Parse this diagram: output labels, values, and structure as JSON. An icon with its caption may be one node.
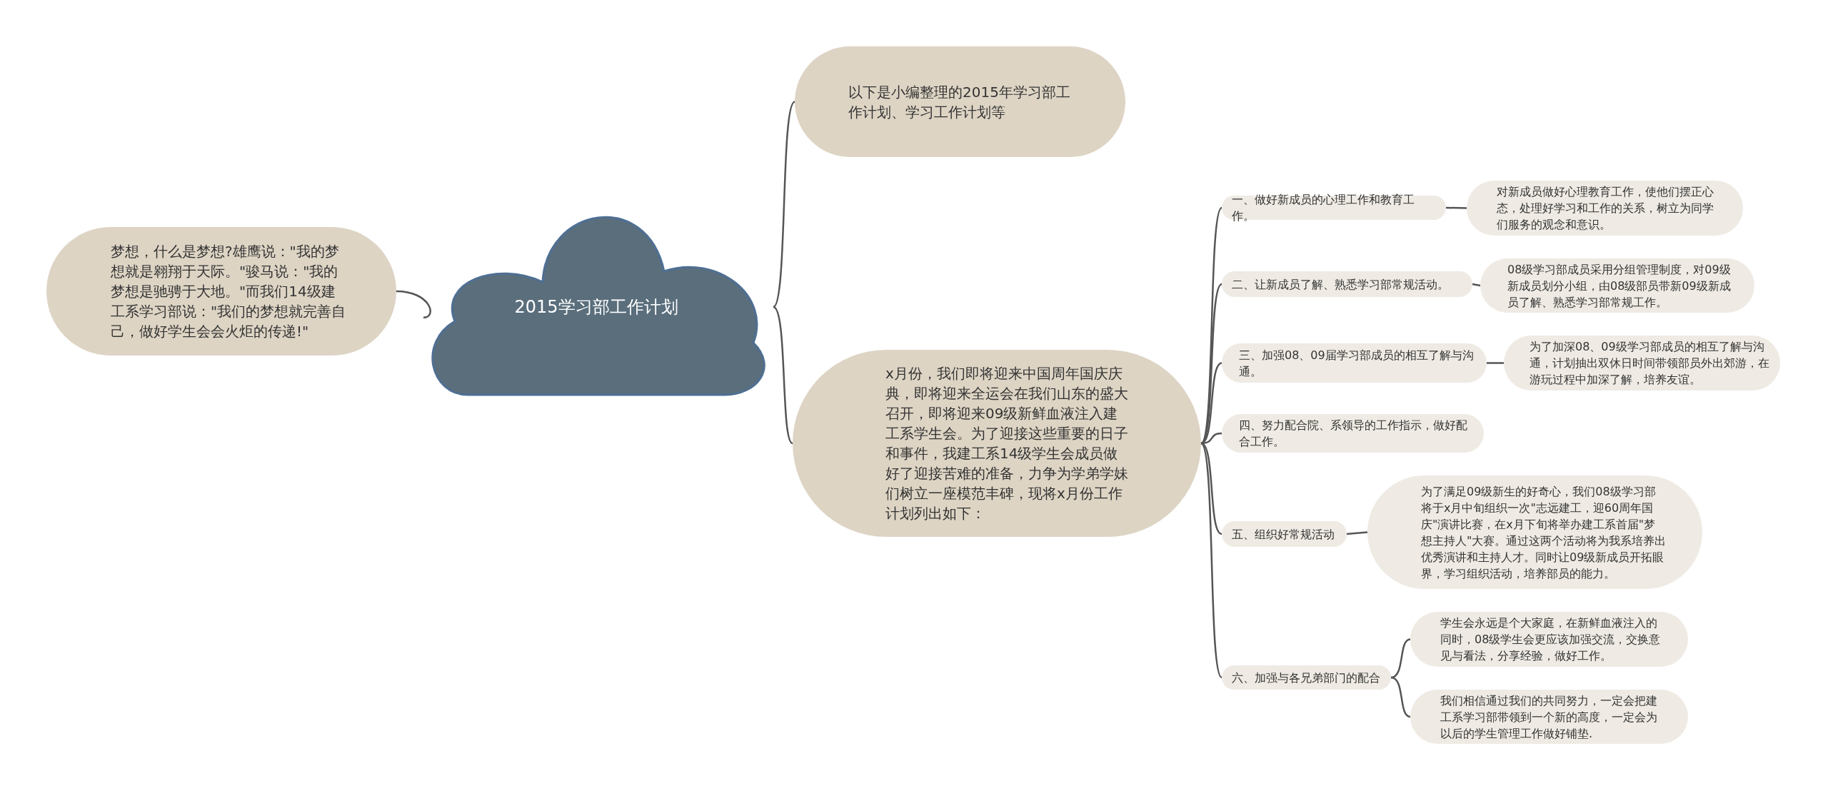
{
  "diagram": {
    "nodes": [
      {
        "text": [
          "2015学习部工作计划"
        ]
      },
      {
        "text": [
          "梦想，什么是梦想?雄鹰说：\"我的梦想就是翱翔于天际。\"骏马说：\"我的梦想是驰骋于大地。\"而我们14级建工系学习部说：\"我们的梦想就完善自己，做好学生会会火炬的传递!\""
        ]
      },
      {
        "text": [
          "以下是小编整理的2015年学习部工作计划、学习工作计划等"
        ]
      },
      {
        "text": [
          "x月份，我们即将迎来中国周年国庆庆典，即将迎来全运会在我们山东的盛大召开，即将迎来09级新鲜血液注入建工系学生会。为了迎接这些重要的日子和事件，我建工系14级学生会成员做好了迎接苦难的准备，力争为学弟学妹们树立一座模范丰碑，现将x月份工作计划列出如下："
        ]
      },
      {
        "text": [
          "一、做好新成员的心理工作和教育工作。"
        ]
      },
      {
        "text": [
          "对新成员做好心理教育工作，使他们摆正心态，处理好学习和工作的关系，树立为同学们服务的观念和意识。"
        ]
      },
      {
        "text": [
          "二、让新成员了解、熟悉学习部常规活动。"
        ]
      },
      {
        "text": [
          "08级学习部成员采用分组管理制度，对09级新成员划分小组，由08级部员带新09级新成员了解、熟悉学习部常规工作。"
        ]
      },
      {
        "text": [
          "三、加强08、09届学习部成员的相互了解与沟通。"
        ]
      },
      {
        "text": [
          "为了加深08、09级学习部成员的相互了解与沟通，计划抽出双休日时间带领部员外出郊游，在游玩过程中加深了解，培养友谊。"
        ]
      },
      {
        "text": [
          "四、努力配合院、系领导的工作指示，做好配合工作。"
        ]
      },
      {
        "text": [
          "五、组织好常规活动"
        ]
      },
      {
        "text": [
          "为了满足09级新生的好奇心，我们08级学习部将于x月中旬组织一次\"志远建工，迎60周年国庆\"演讲比赛，在x月下旬将举办建工系首届\"梦想主持人\"大赛。通过这两个活动将为我系培养出优秀演讲和主持人才。同时让09级新成员开拓眼界，学习组织活动，培养部员的能力。"
        ]
      },
      {
        "text": [
          "六、加强与各兄弟部门的配合"
        ]
      },
      {
        "text": [
          "学生会永远是个大家庭，在新鲜血液注入的同时，08级学生会更应该加强交流，交换意见与看法，分享经验，做好工作。"
        ]
      },
      {
        "text": [
          "我们相信通过我们的共同努力，一定会把建工系学习部带领到一个新的高度，一定会为以后的学生管理工作做好铺垫."
        ]
      }
    ],
    "edges": [
      {
        "from": 0,
        "to": 1,
        "arrow": "none"
      },
      {
        "from": 0,
        "to": 2,
        "arrow": "none"
      },
      {
        "from": 0,
        "to": 3,
        "arrow": "none"
      },
      {
        "from": 3,
        "to": 4,
        "arrow": "none"
      },
      {
        "from": 4,
        "to": 5,
        "arrow": "none"
      },
      {
        "from": 3,
        "to": 6,
        "arrow": "none"
      },
      {
        "from": 6,
        "to": 7,
        "arrow": "none"
      },
      {
        "from": 3,
        "to": 8,
        "arrow": "none"
      },
      {
        "from": 8,
        "to": 9,
        "arrow": "none"
      },
      {
        "from": 3,
        "to": 10,
        "arrow": "none"
      },
      {
        "from": 3,
        "to": 11,
        "arrow": "none"
      },
      {
        "from": 11,
        "to": 12,
        "arrow": "none"
      },
      {
        "from": 3,
        "to": 13,
        "arrow": "none"
      },
      {
        "from": 13,
        "to": 14,
        "arrow": "none"
      },
      {
        "from": 13,
        "to": 15,
        "arrow": "none"
      }
    ]
  }
}
